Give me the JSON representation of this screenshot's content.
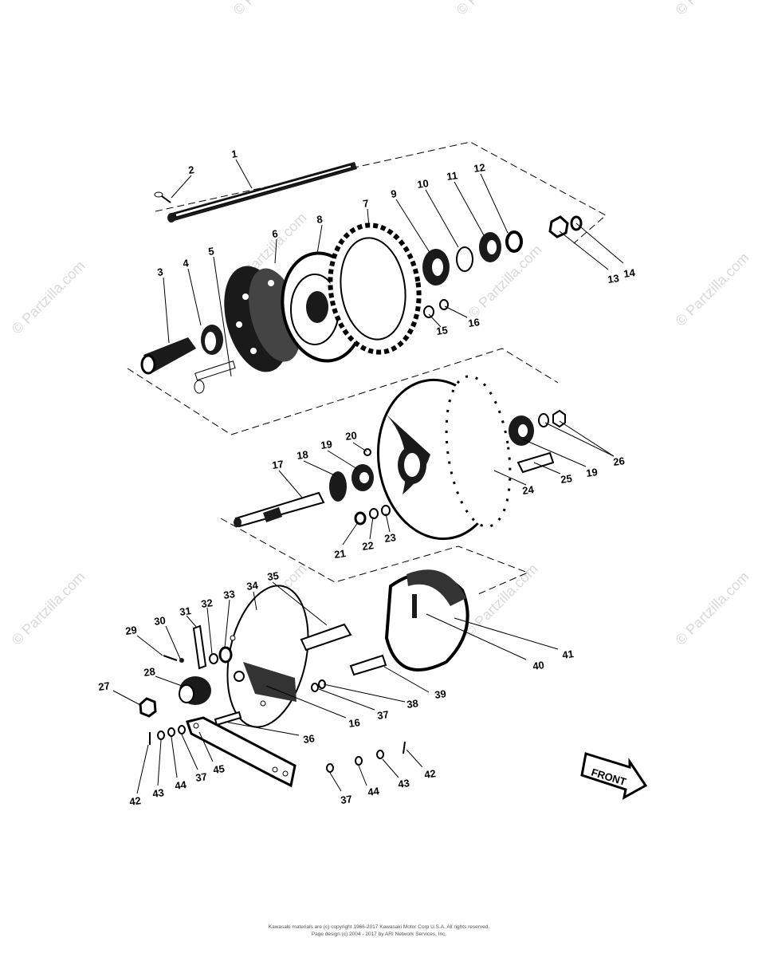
{
  "watermark": "© Partzilla.com",
  "front_label": "FRONT",
  "callouts": [
    {
      "id": "c2",
      "text": "2"
    },
    {
      "id": "c1",
      "text": "1"
    },
    {
      "id": "c3",
      "text": "3"
    },
    {
      "id": "c4",
      "text": "4"
    },
    {
      "id": "c5",
      "text": "5"
    },
    {
      "id": "c6",
      "text": "6"
    },
    {
      "id": "c8",
      "text": "8"
    },
    {
      "id": "c7",
      "text": "7"
    },
    {
      "id": "c9",
      "text": "9"
    },
    {
      "id": "c10",
      "text": "10"
    },
    {
      "id": "c11",
      "text": "11"
    },
    {
      "id": "c12",
      "text": "12"
    },
    {
      "id": "c13",
      "text": "13"
    },
    {
      "id": "c14",
      "text": "14"
    },
    {
      "id": "c15",
      "text": "15"
    },
    {
      "id": "c16a",
      "text": "16"
    },
    {
      "id": "c17",
      "text": "17"
    },
    {
      "id": "c18",
      "text": "18"
    },
    {
      "id": "c19a",
      "text": "19"
    },
    {
      "id": "c20",
      "text": "20"
    },
    {
      "id": "c21",
      "text": "21"
    },
    {
      "id": "c22",
      "text": "22"
    },
    {
      "id": "c23",
      "text": "23"
    },
    {
      "id": "c24",
      "text": "24"
    },
    {
      "id": "c25",
      "text": "25"
    },
    {
      "id": "c19b",
      "text": "19"
    },
    {
      "id": "c26",
      "text": "26"
    },
    {
      "id": "c29",
      "text": "29"
    },
    {
      "id": "c30",
      "text": "30"
    },
    {
      "id": "c31",
      "text": "31"
    },
    {
      "id": "c32",
      "text": "32"
    },
    {
      "id": "c33",
      "text": "33"
    },
    {
      "id": "c34",
      "text": "34"
    },
    {
      "id": "c35",
      "text": "35"
    },
    {
      "id": "c28",
      "text": "28"
    },
    {
      "id": "c27",
      "text": "27"
    },
    {
      "id": "c16b",
      "text": "16"
    },
    {
      "id": "c37a",
      "text": "37"
    },
    {
      "id": "c38",
      "text": "38"
    },
    {
      "id": "c39",
      "text": "39"
    },
    {
      "id": "c40",
      "text": "40"
    },
    {
      "id": "c41",
      "text": "41"
    },
    {
      "id": "c36",
      "text": "36"
    },
    {
      "id": "c42a",
      "text": "42"
    },
    {
      "id": "c43a",
      "text": "43"
    },
    {
      "id": "c44a",
      "text": "44"
    },
    {
      "id": "c37b",
      "text": "37"
    },
    {
      "id": "c45",
      "text": "45"
    },
    {
      "id": "c37c",
      "text": "37"
    },
    {
      "id": "c44b",
      "text": "44"
    },
    {
      "id": "c43b",
      "text": "43"
    },
    {
      "id": "c42b",
      "text": "42"
    }
  ],
  "footer": {
    "line1": "Kawasaki materials are (c) copyright 1966-2017 Kawasaki Motor Corp U.S.A. All rights reserved.",
    "line2": "Page design (c) 2004 - 2017 by ARI Network Services, Inc."
  }
}
